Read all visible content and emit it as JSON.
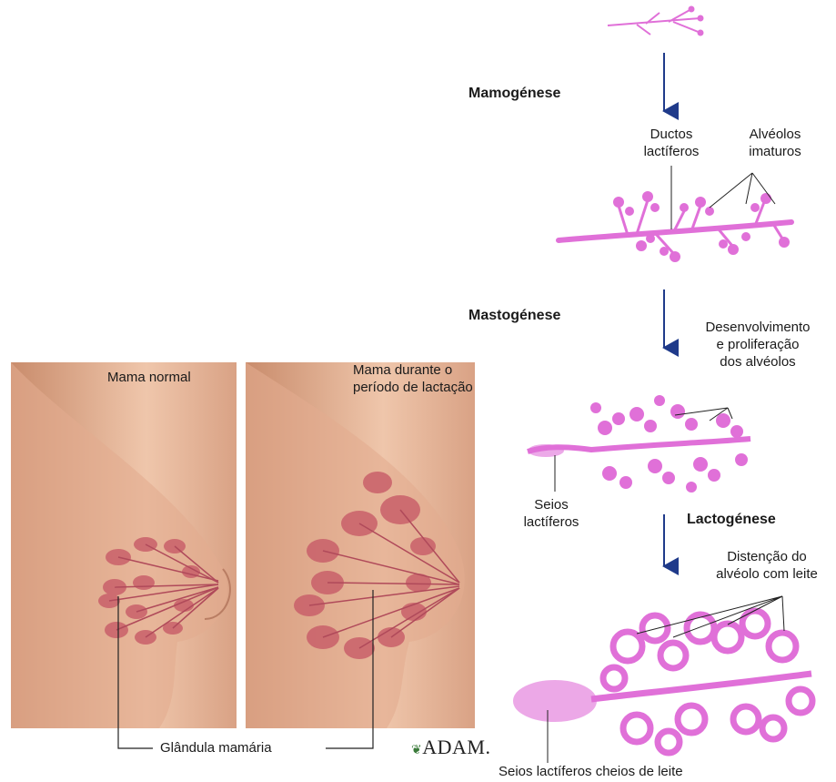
{
  "stages": {
    "mamogenese": "Mamogénese",
    "mastogenese": "Mastogénese",
    "lactogenese": "Lactogénese"
  },
  "labels": {
    "ductos": "Ductos\nlactíferos",
    "alveolos_imaturos": "Alvéolos\nimaturos",
    "desenvolvimento": "Desenvolvimento\ne proliferação\ndos alvéolos",
    "seios": "Seios\nlactíferos",
    "distencao": "Distenção do\nalvéolo com leite",
    "seios_cheios": "Seios lactíferos cheios de leite",
    "mama_normal": "Mama normal",
    "mama_lactacao": "Mama durante o\nperíodo de lactação",
    "glandula": "Glândula mamária"
  },
  "logo": "ADAM.",
  "colors": {
    "gland": "#e070d8",
    "arrow": "#1f3a8a",
    "skin": "#e8b89c",
    "lobule": "#c9606a"
  }
}
